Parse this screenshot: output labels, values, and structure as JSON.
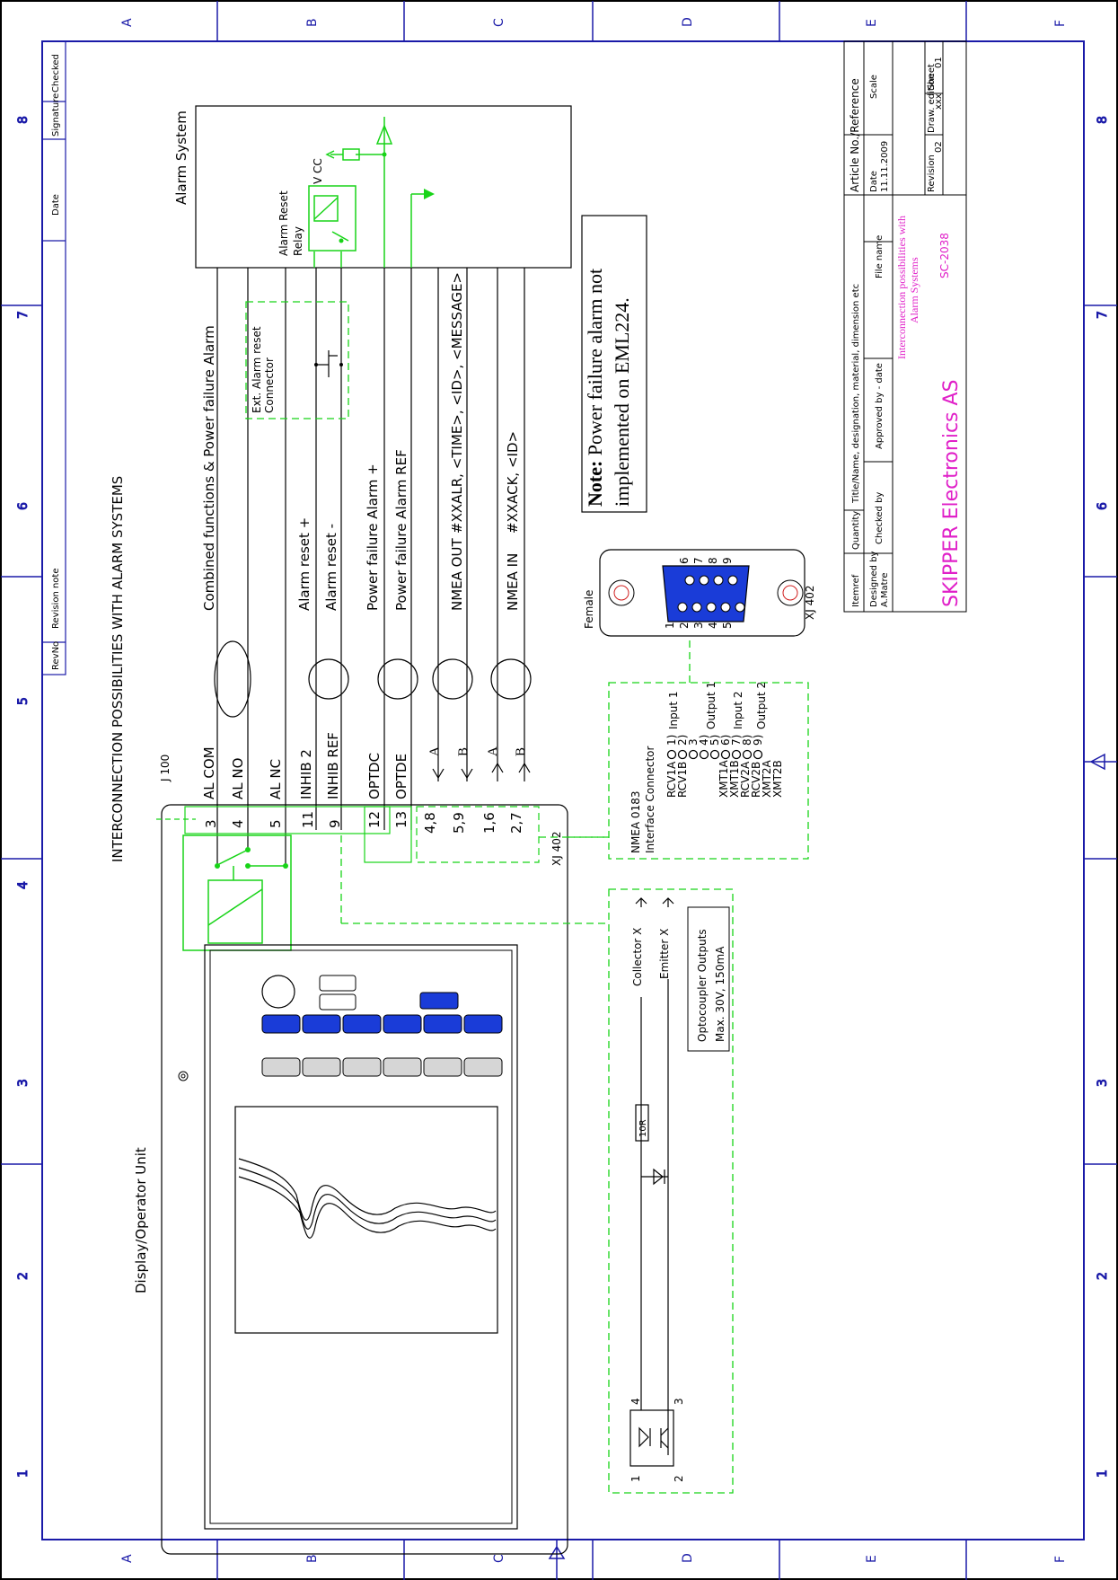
{
  "border": {
    "row_letters": [
      "A",
      "B",
      "C",
      "D",
      "E",
      "F"
    ],
    "col_numbers": [
      "1",
      "2",
      "3",
      "4",
      "5",
      "6",
      "7",
      "8"
    ]
  },
  "revision_block": {
    "revno": "RevNo",
    "revision_note": "Revision note",
    "date": "Date",
    "signature": "Signature",
    "checked": "Checked"
  },
  "title": "INTERCONNECTION POSSIBILITIES WITH ALARM SYSTEMS",
  "display_unit": {
    "label": "Display/Operator Unit",
    "connector": "J 100",
    "xj": "XJ 402"
  },
  "alarm_system": {
    "label": "Alarm System",
    "relay": [
      "Alarm Reset",
      "Relay"
    ],
    "vcc": "V CC"
  },
  "ext_reset": [
    "Ext. Alarm reset",
    "Connector"
  ],
  "terminals": [
    {
      "num": "3",
      "name": "AL COM"
    },
    {
      "num": "4",
      "name": "AL NO"
    },
    {
      "num": "5",
      "name": "AL NC"
    },
    {
      "num": "11",
      "name": "INHIB 2"
    },
    {
      "num": "9",
      "name": "INHIB REF"
    },
    {
      "num": "12",
      "name": "OPTDC"
    },
    {
      "num": "13",
      "name": "OPTDE"
    },
    {
      "num": "4,8",
      "name": "A"
    },
    {
      "num": "5,9",
      "name": "B"
    },
    {
      "num": "1,6",
      "name": "A"
    },
    {
      "num": "2,7",
      "name": "B"
    }
  ],
  "signals": {
    "combined": "Combined functions & Power failure Alarm",
    "reset_plus": "Alarm reset +",
    "reset_minus": "Alarm reset -",
    "pf_plus": "Power failure Alarm +",
    "pf_ref": "Power failure Alarm REF",
    "nmea_out": "NMEA OUT",
    "nmea_out_msg": "#XXALR, <TIME>, <ID>, <MESSAGE>",
    "nmea_in": "NMEA IN",
    "nmea_in_msg": "#XXACK, <ID>"
  },
  "note": {
    "bold": "Note:",
    "line1": " Power failure alarm not",
    "line2": "implemented on EML224."
  },
  "dsub": {
    "female": "Female",
    "pins_left": [
      "1",
      "2",
      "3",
      "4",
      "5"
    ],
    "pins_right": [
      "6",
      "7",
      "8",
      "9"
    ],
    "label": "XJ 402"
  },
  "nmea_connector": {
    "title": [
      "NMEA 0183",
      "Interface Connector"
    ],
    "pins": [
      {
        "sig": "RCV1A",
        "num": "1)",
        "desc": "Input 1"
      },
      {
        "sig": "RCV1B",
        "num": "2)",
        "desc": ""
      },
      {
        "sig": "",
        "num": "3",
        "desc": ""
      },
      {
        "sig": "XMT1A",
        "num": "4)",
        "desc": "Output 1"
      },
      {
        "sig": "XMT1B",
        "num": "5)",
        "desc": ""
      },
      {
        "sig": "RCV2A",
        "num": "6)",
        "desc": "Input 2"
      },
      {
        "sig": "RCV2B",
        "num": "7)",
        "desc": ""
      },
      {
        "sig": "XMT2A",
        "num": "8)",
        "desc": "Output 2"
      },
      {
        "sig": "XMT2B",
        "num": "9)",
        "desc": ""
      }
    ]
  },
  "opto": {
    "collector": "Collector X",
    "emitter": "Emitter X",
    "resistor": "10R",
    "title": "Optocoupler Outputs",
    "spec": "Max. 30V, 150mA",
    "pins": [
      "1",
      "2",
      "3",
      "4"
    ]
  },
  "title_block": {
    "itemref": "Itemref",
    "quantity": "Quantity",
    "title_name": "Title/Name, designation, material, dimension etc",
    "article": "Article No./Reference",
    "designed_by": "Designed by",
    "designer": "A.Matre",
    "checked_by": "Checked by",
    "approved": "Approved by - date",
    "file_name": "File name",
    "date_label": "Date",
    "date": "11.11.2009",
    "scale": "Scale",
    "company": "SKIPPER Electronics AS",
    "doc_title": [
      "Interconnection possibilities with",
      "Alarm Systems"
    ],
    "doc_no": "SC-2038",
    "revision": "Revision",
    "rev_val": "02",
    "draw_ed": "Draw. edition",
    "draw_val": "xxx",
    "sheet": "Sheet",
    "sheet_val": "01"
  },
  "colors": {
    "border": "#1a1aa8",
    "green": "#18d418",
    "key_blue": "#1a3cd8",
    "magenta": "#e020c8"
  }
}
